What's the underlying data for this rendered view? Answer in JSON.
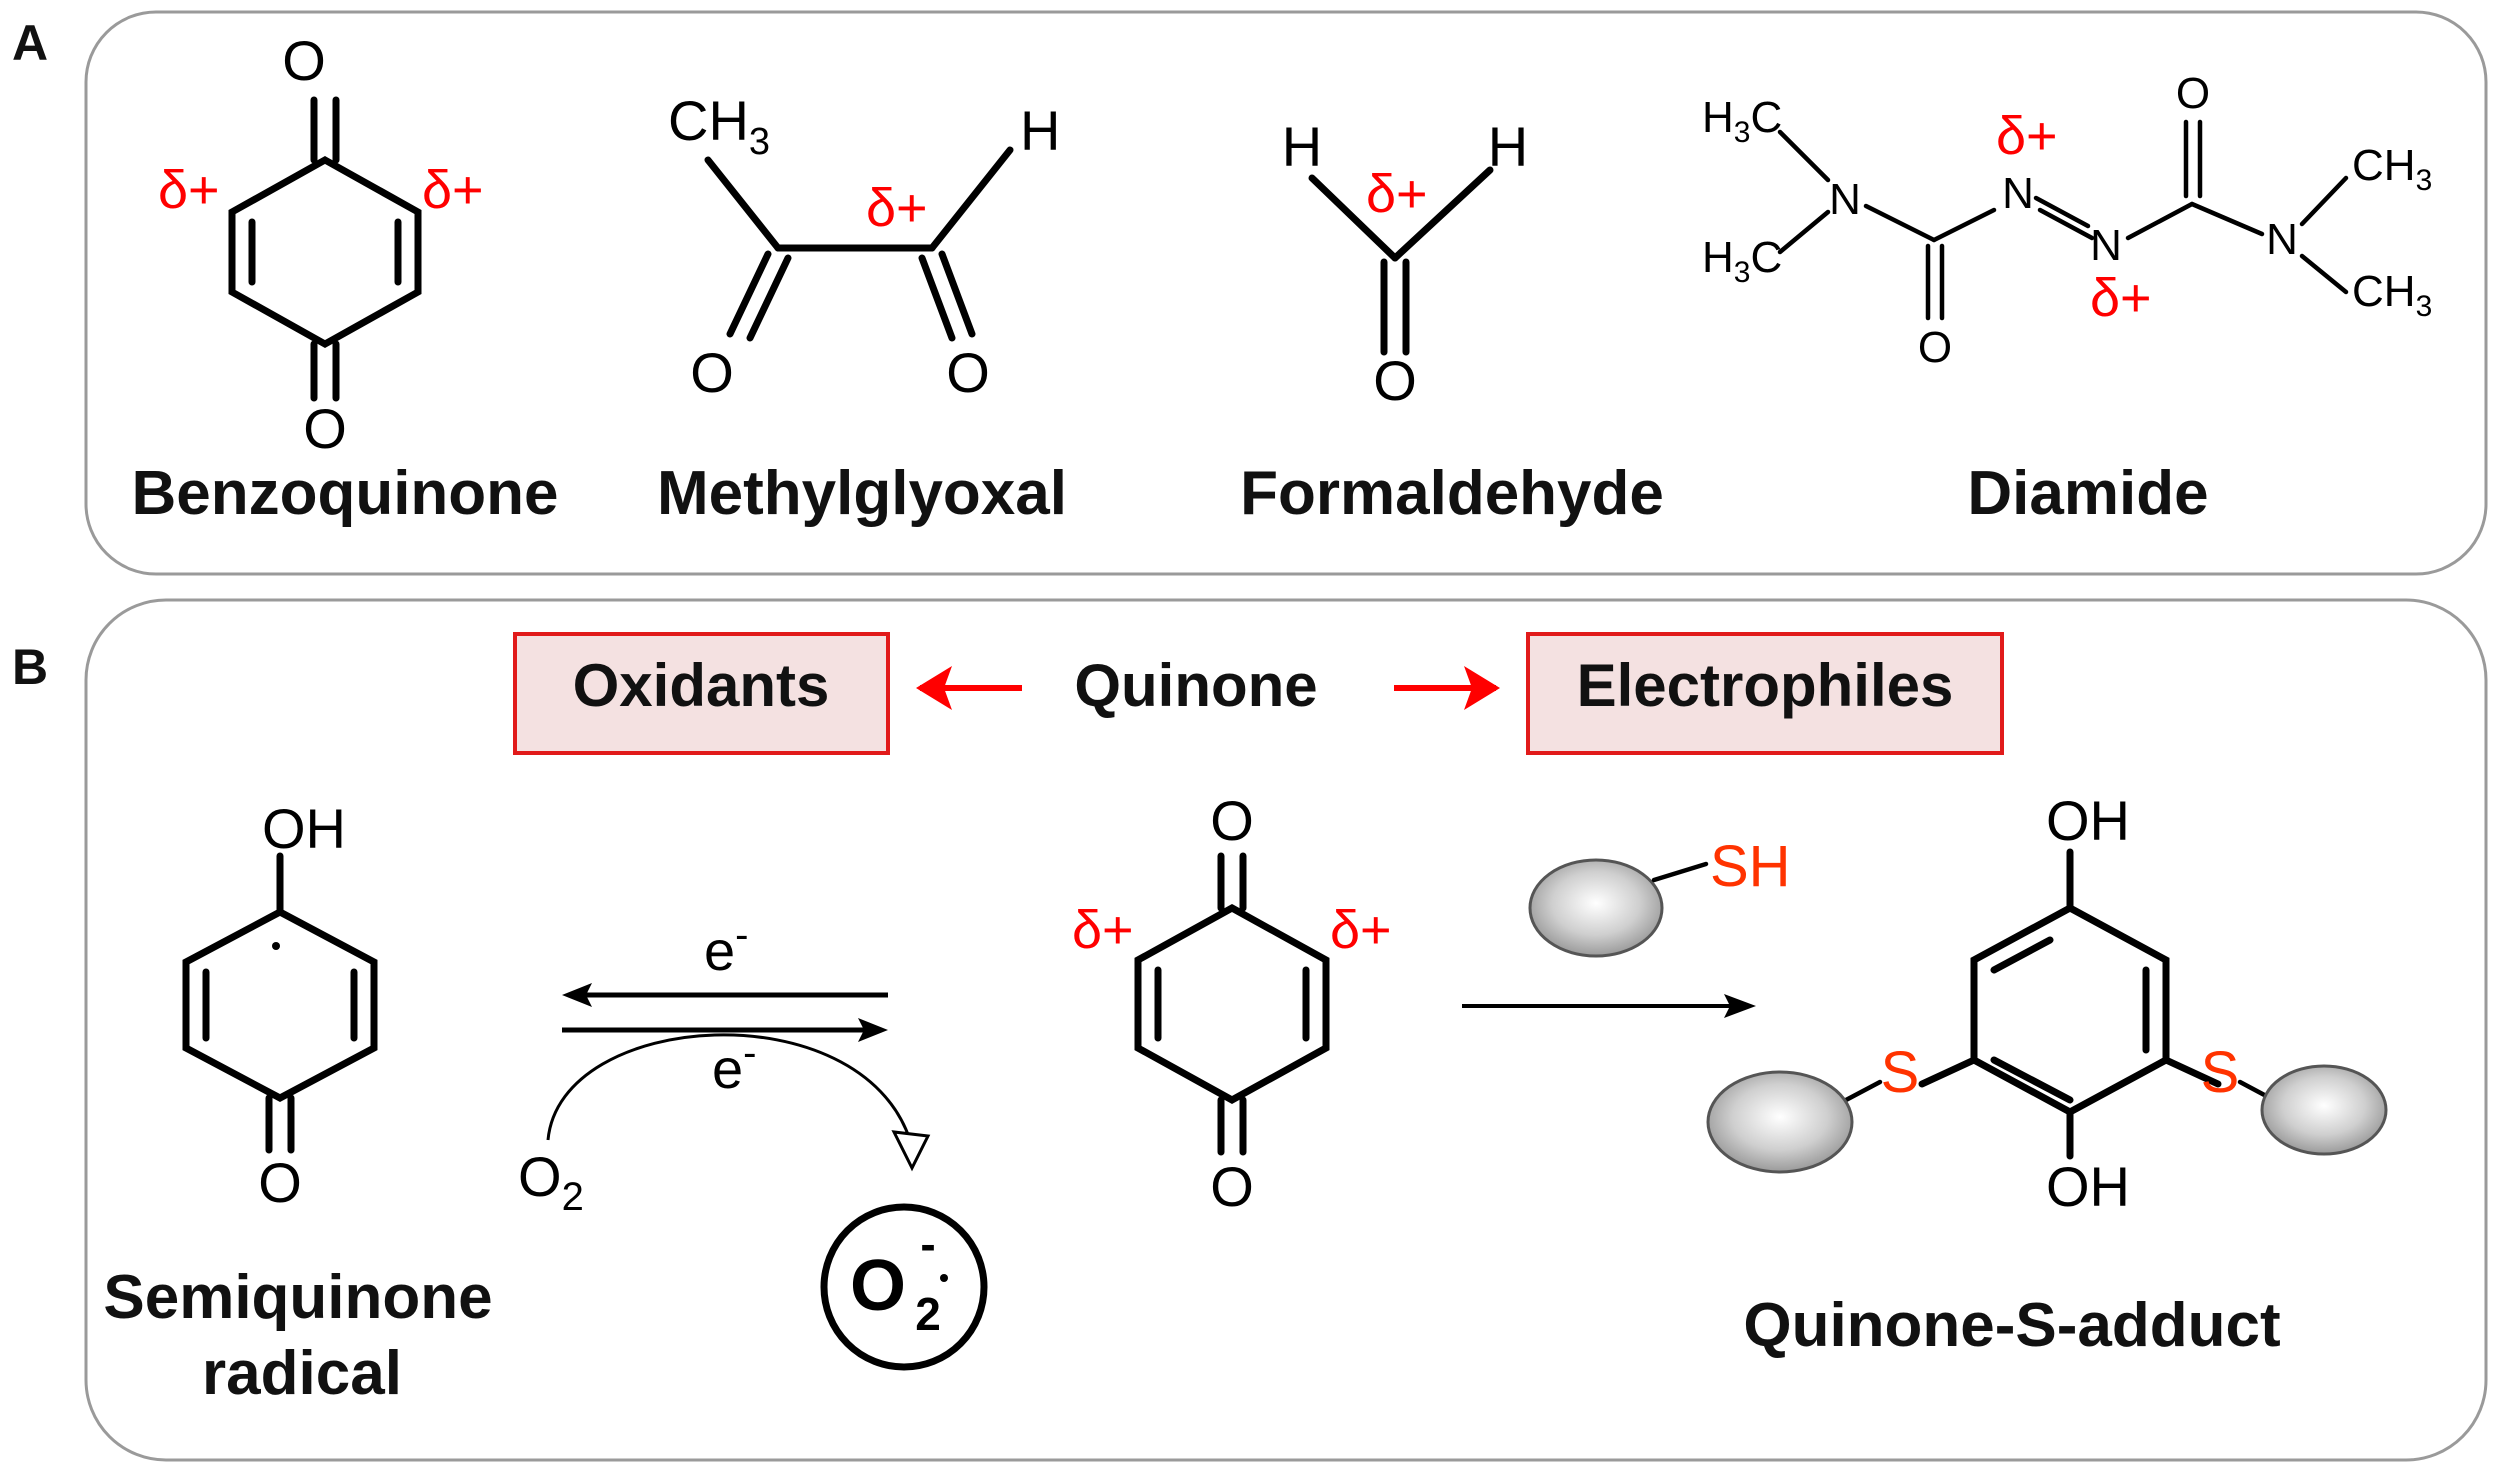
{
  "panels": {
    "a": {
      "label": "A"
    },
    "b": {
      "label": "B"
    }
  },
  "molecules": {
    "benzoquinone": {
      "name": "Benzoquinone",
      "o_top": "O",
      "o_bottom": "O",
      "delta_left": "δ+",
      "delta_right": "δ+"
    },
    "methylglyoxal": {
      "name": "Methylglyoxal",
      "ch3": "CH",
      "ch3_sub": "3",
      "h": "H",
      "o_left": "O",
      "o_right": "O",
      "delta": "δ+"
    },
    "formaldehyde": {
      "name": "Formaldehyde",
      "h_left": "H",
      "h_right": "H",
      "o": "O",
      "delta": "δ+"
    },
    "diamide": {
      "name": "Diamide",
      "h3c": "H",
      "h3c_sub": "3",
      "h3c_c": "C",
      "ch3": "CH",
      "ch3_sub": "3",
      "n": "N",
      "o": "O",
      "delta_top": "δ+",
      "delta_bottom": "δ+"
    }
  },
  "scheme": {
    "oxidants": "Oxidants",
    "quinone": "Quinone",
    "electrophiles": "Electrophiles",
    "box_fill": "#f4e1e1",
    "box_stroke": "#e11a1a",
    "arrow_color": "#ff0000",
    "semiquinone": {
      "oh": "OH",
      "o": "O",
      "name_line1": "Semiquinone",
      "name_line2": "radical"
    },
    "electron_top": "e",
    "electron_bottom": "e",
    "electron_sup": "-",
    "o2": "O",
    "o2_sub": "2",
    "superoxide": "O",
    "superoxide_sub": "2",
    "superoxide_sup": "-",
    "quinone_mol": {
      "o_top": "O",
      "o_bottom": "O",
      "delta_left": "δ+",
      "delta_right": "δ+"
    },
    "thiol": "SH",
    "adduct": {
      "oh_top": "OH",
      "oh_bottom": "OH",
      "s_left": "S",
      "s_right": "S",
      "name": "Quinone-S-adduct"
    }
  }
}
